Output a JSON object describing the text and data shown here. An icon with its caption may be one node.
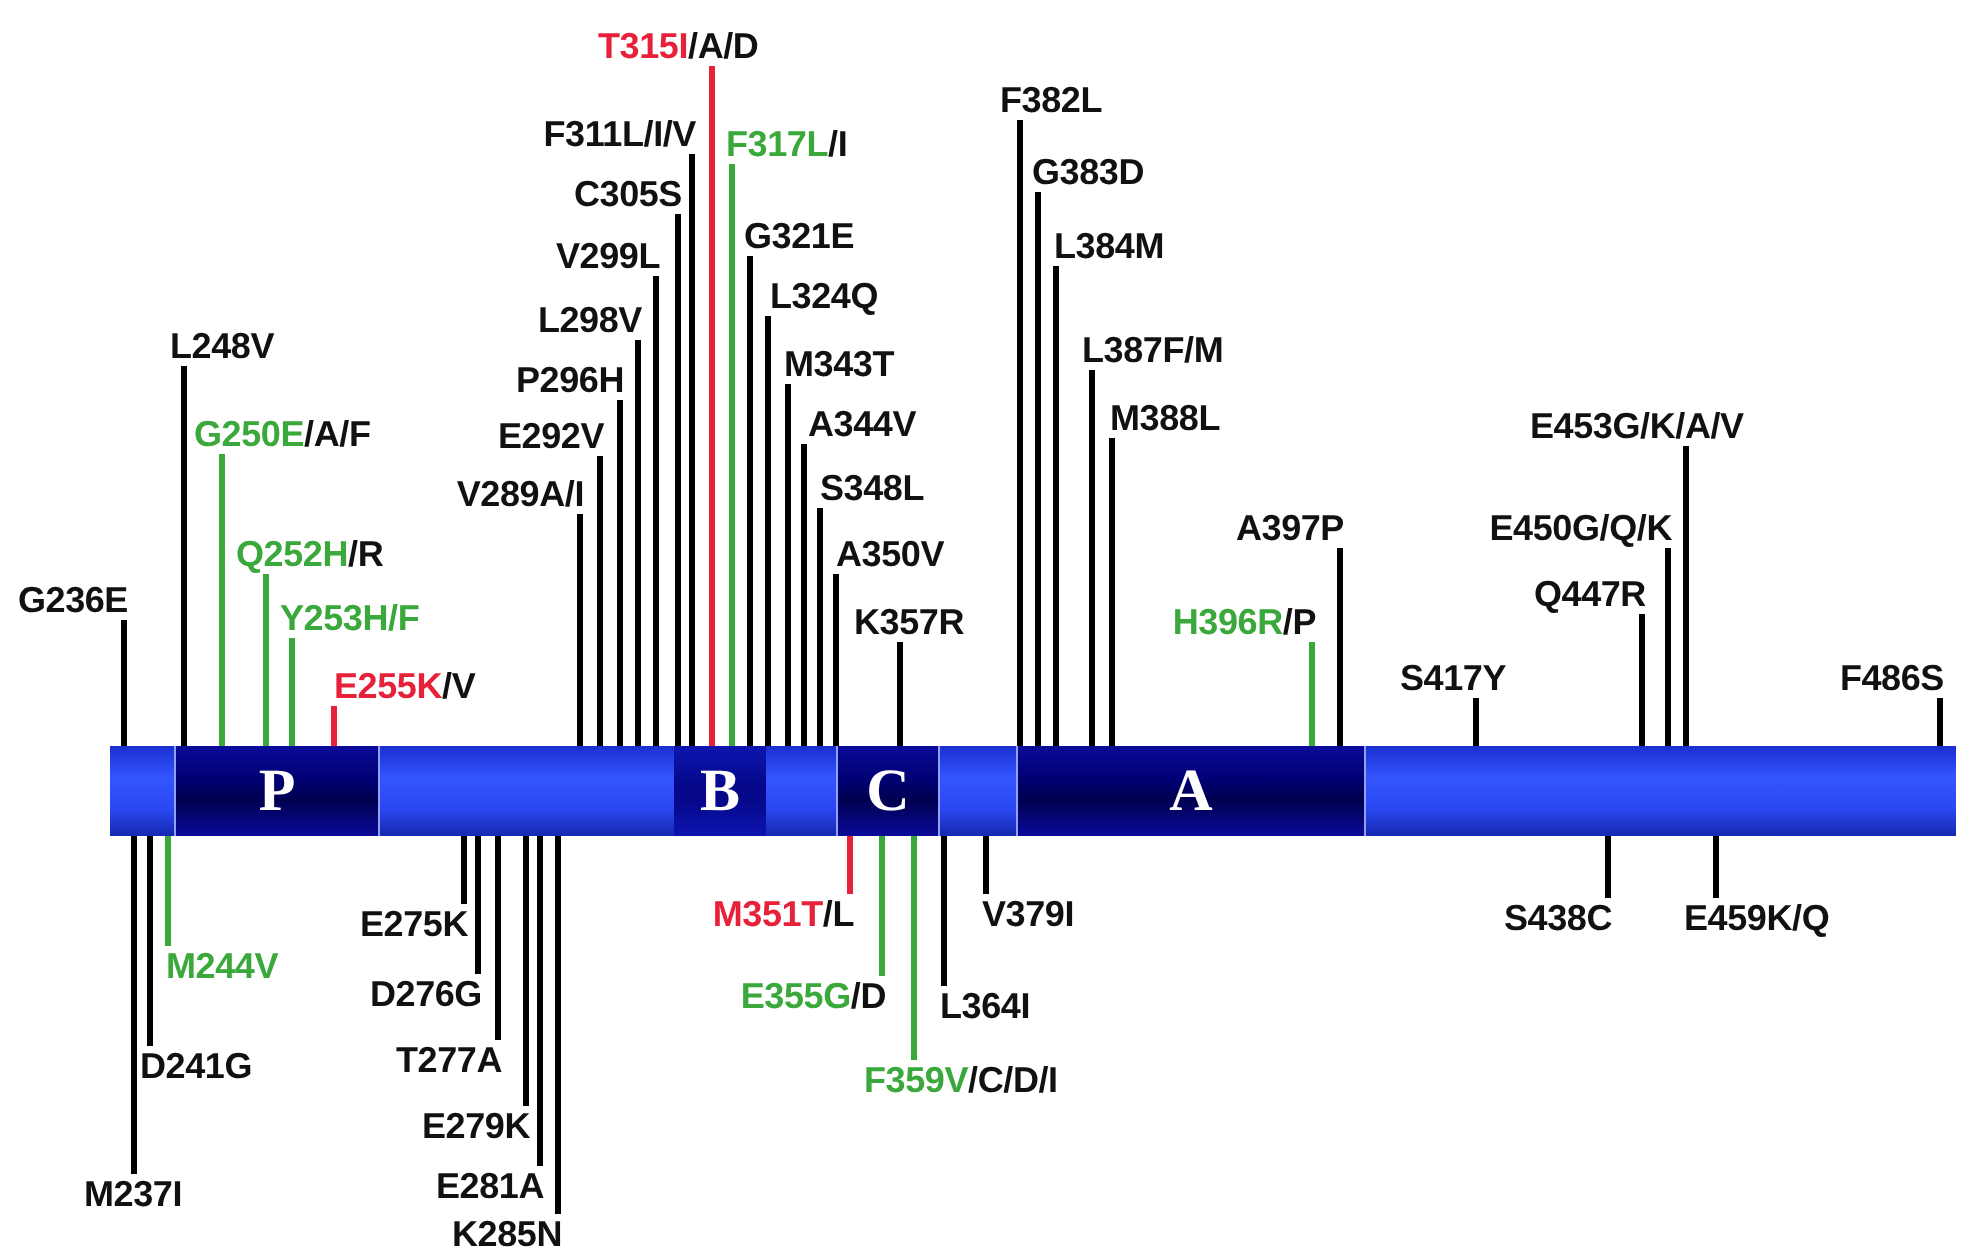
{
  "diagram": {
    "nodes": [
      {
        "text": [],
        "shape": "bar"
      },
      {
        "text": [
          "P"
        ],
        "in": 0
      },
      {
        "text": [
          "B"
        ],
        "in": 0
      },
      {
        "text": [
          "C"
        ],
        "in": 0
      },
      {
        "text": [
          "A"
        ],
        "in": 0
      },
      {
        "text": [
          "G236E"
        ]
      },
      {
        "text": [
          "L248V"
        ]
      },
      {
        "text": [
          "G250E",
          "/A/F"
        ]
      },
      {
        "text": [
          "Q252H",
          "/R"
        ]
      },
      {
        "text": [
          "Y253H/F"
        ]
      },
      {
        "text": [
          "E255K",
          "/V"
        ]
      },
      {
        "text": [
          "V289A/I"
        ]
      },
      {
        "text": [
          "E292V"
        ]
      },
      {
        "text": [
          "P296H"
        ]
      },
      {
        "text": [
          "L298V"
        ]
      },
      {
        "text": [
          "V299L"
        ]
      },
      {
        "text": [
          "C305S"
        ]
      },
      {
        "text": [
          "F311L/I/V"
        ]
      },
      {
        "text": [
          "T315I",
          "/A/D"
        ]
      },
      {
        "text": [
          "F317L",
          "/I"
        ]
      },
      {
        "text": [
          "G321E"
        ]
      },
      {
        "text": [
          "L324Q"
        ]
      },
      {
        "text": [
          "M343T"
        ]
      },
      {
        "text": [
          "A344V"
        ]
      },
      {
        "text": [
          "S348L"
        ]
      },
      {
        "text": [
          "A350V"
        ]
      },
      {
        "text": [
          "K357R"
        ]
      },
      {
        "text": [
          "F382L"
        ]
      },
      {
        "text": [
          "G383D"
        ]
      },
      {
        "text": [
          "L384M"
        ]
      },
      {
        "text": [
          "L387F/M"
        ]
      },
      {
        "text": [
          "M388L"
        ]
      },
      {
        "text": [
          "H396R",
          "/P"
        ]
      },
      {
        "text": [
          "A397P"
        ]
      },
      {
        "text": [
          "S417Y"
        ]
      },
      {
        "text": [
          "E450G/Q/K"
        ]
      },
      {
        "text": [
          "Q447R"
        ]
      },
      {
        "text": [
          "E453G/K/A/V"
        ]
      },
      {
        "text": [
          "F486S"
        ]
      },
      {
        "text": [
          "M237I"
        ]
      },
      {
        "text": [
          "D241G"
        ]
      },
      {
        "text": [
          "M244V"
        ]
      },
      {
        "text": [
          "E275K"
        ]
      },
      {
        "text": [
          "D276G"
        ]
      },
      {
        "text": [
          "T277A"
        ]
      },
      {
        "text": [
          "E279K"
        ]
      },
      {
        "text": [
          "E281A"
        ]
      },
      {
        "text": [
          "K285N"
        ]
      },
      {
        "text": [
          "M351T",
          "/L"
        ]
      },
      {
        "text": [
          "E355G",
          "/D"
        ]
      },
      {
        "text": [
          "F359V",
          "/C/D/I"
        ]
      },
      {
        "text": [
          "L364I"
        ]
      },
      {
        "text": [
          "V379I"
        ]
      },
      {
        "text": [
          "S438C"
        ]
      },
      {
        "text": [
          "E459K/Q"
        ]
      }
    ],
    "edges": [
      {
        "from": 5,
        "to": 0,
        "arrow": "none"
      },
      {
        "from": 6,
        "to": 0,
        "arrow": "none"
      },
      {
        "from": 7,
        "to": 0,
        "arrow": "none",
        "color": "#3aa83a"
      },
      {
        "from": 8,
        "to": 0,
        "arrow": "none",
        "color": "#3aa83a"
      },
      {
        "from": 9,
        "to": 0,
        "arrow": "none",
        "color": "#3aa83a"
      },
      {
        "from": 10,
        "to": 0,
        "arrow": "none",
        "color": "#e8213b"
      },
      {
        "from": 11,
        "to": 0,
        "arrow": "none"
      },
      {
        "from": 12,
        "to": 0,
        "arrow": "none"
      },
      {
        "from": 13,
        "to": 0,
        "arrow": "none"
      },
      {
        "from": 14,
        "to": 0,
        "arrow": "none"
      },
      {
        "from": 15,
        "to": 0,
        "arrow": "none"
      },
      {
        "from": 16,
        "to": 0,
        "arrow": "none"
      },
      {
        "from": 17,
        "to": 0,
        "arrow": "none"
      },
      {
        "from": 18,
        "to": 0,
        "arrow": "none",
        "color": "#e8213b"
      },
      {
        "from": 19,
        "to": 0,
        "arrow": "none",
        "color": "#3aa83a"
      },
      {
        "from": 20,
        "to": 0,
        "arrow": "none"
      },
      {
        "from": 21,
        "to": 0,
        "arrow": "none"
      },
      {
        "from": 22,
        "to": 0,
        "arrow": "none"
      },
      {
        "from": 23,
        "to": 0,
        "arrow": "none"
      },
      {
        "from": 24,
        "to": 0,
        "arrow": "none"
      },
      {
        "from": 25,
        "to": 0,
        "arrow": "none"
      },
      {
        "from": 26,
        "to": 0,
        "arrow": "none"
      },
      {
        "from": 27,
        "to": 0,
        "arrow": "none"
      },
      {
        "from": 28,
        "to": 0,
        "arrow": "none"
      },
      {
        "from": 29,
        "to": 0,
        "arrow": "none"
      },
      {
        "from": 30,
        "to": 0,
        "arrow": "none"
      },
      {
        "from": 31,
        "to": 0,
        "arrow": "none"
      },
      {
        "from": 32,
        "to": 0,
        "arrow": "none",
        "color": "#3aa83a"
      },
      {
        "from": 33,
        "to": 0,
        "arrow": "none"
      },
      {
        "from": 34,
        "to": 0,
        "arrow": "none"
      },
      {
        "from": 35,
        "to": 0,
        "arrow": "none"
      },
      {
        "from": 36,
        "to": 0,
        "arrow": "none"
      },
      {
        "from": 37,
        "to": 0,
        "arrow": "none"
      },
      {
        "from": 38,
        "to": 0,
        "arrow": "none"
      },
      {
        "from": 39,
        "to": 0,
        "arrow": "none"
      },
      {
        "from": 40,
        "to": 0,
        "arrow": "none"
      },
      {
        "from": 41,
        "to": 0,
        "arrow": "none",
        "color": "#3aa83a"
      },
      {
        "from": 42,
        "to": 0,
        "arrow": "none"
      },
      {
        "from": 43,
        "to": 0,
        "arrow": "none"
      },
      {
        "from": 44,
        "to": 0,
        "arrow": "none"
      },
      {
        "from": 45,
        "to": 0,
        "arrow": "none"
      },
      {
        "from": 46,
        "to": 0,
        "arrow": "none"
      },
      {
        "from": 47,
        "to": 0,
        "arrow": "none"
      },
      {
        "from": 48,
        "to": 0,
        "arrow": "none",
        "color": "#e8213b"
      },
      {
        "from": 49,
        "to": 0,
        "arrow": "none",
        "color": "#3aa83a"
      },
      {
        "from": 50,
        "to": 0,
        "arrow": "none",
        "color": "#3aa83a"
      },
      {
        "from": 51,
        "to": 0,
        "arrow": "none"
      },
      {
        "from": 52,
        "to": 0,
        "arrow": "none"
      },
      {
        "from": 53,
        "to": 0,
        "arrow": "none"
      },
      {
        "from": 54,
        "to": 0,
        "arrow": "none"
      }
    ]
  }
}
